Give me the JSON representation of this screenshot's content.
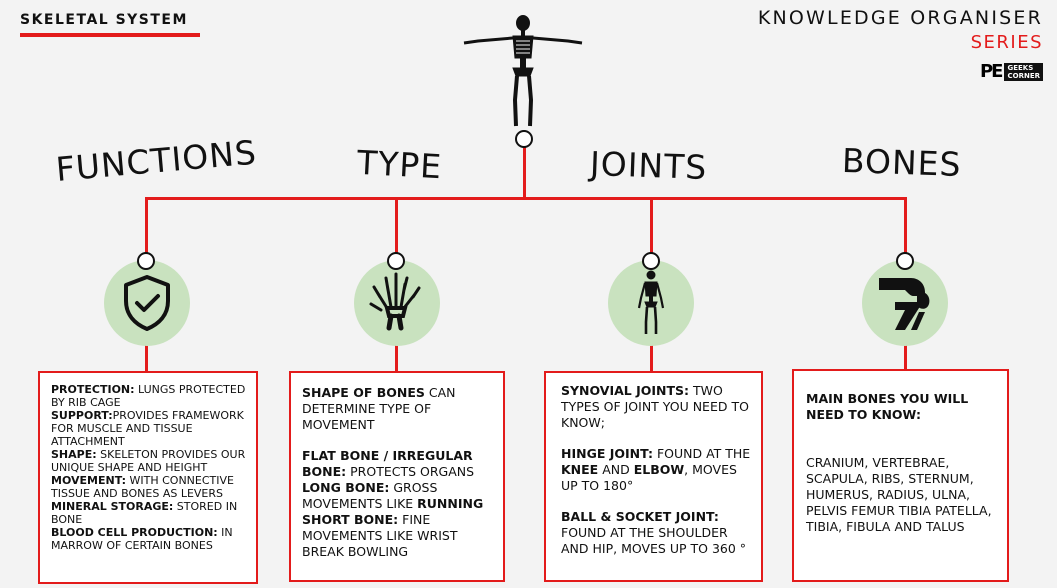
{
  "header": {
    "left_title": "SKELETAL SYSTEM",
    "right_title": "KNOWLEDGE ORGANISER",
    "series": "SERIES",
    "brand_mark": "PE",
    "brand_text_1": "GEEKS",
    "brand_text_2": "CORNER"
  },
  "colors": {
    "accent": "#e31b1b",
    "icon_circle": "#c9e2bf",
    "background": "#f3f3f3"
  },
  "headings": {
    "functions": "FUNCTIONS",
    "type": "TYPE",
    "joints": "JOINTS",
    "bones": "BONES"
  },
  "icons": {
    "top": "skeleton-icon",
    "functions": "shield-check-icon",
    "type": "hand-bones-icon",
    "joints": "skeleton-icon",
    "bones": "knee-joint-icon"
  },
  "functions": {
    "protection_label": "PROTECTION:",
    "protection_text": " LUNGS PROTECTED BY RIB CAGE",
    "support_label": "SUPPORT:",
    "support_text": "PROVIDES FRAMEWORK FOR MUSCLE AND TISSUE ATTACHMENT",
    "shape_label": "SHAPE:",
    "shape_text": " SKELETON PROVIDES OUR UNIQUE SHAPE AND HEIGHT",
    "movement_label": "MOVEMENT:",
    "movement_text": " WITH CONNECTIVE TISSUE AND BONES AS LEVERS",
    "mineral_label": "MINERAL STORAGE:",
    "mineral_text": " STORED IN BONE",
    "blood_label": "BLOOD CELL PRODUCTION:",
    "blood_text": " IN MARROW OF CERTAIN BONES"
  },
  "type": {
    "shape_label": "SHAPE OF BONES",
    "shape_text": " CAN DETERMINE TYPE OF MOVEMENT",
    "flat_label": "FLAT BONE / IRREGULAR BONE:",
    "flat_text": " PROTECTS ORGANS",
    "long_label": "LONG BONE:",
    "long_text": " GROSS MOVEMENTS LIKE ",
    "long_emph": "RUNNING",
    "short_label": "SHORT BONE:",
    "short_text": " FINE MOVEMENTS LIKE WRIST BREAK BOWLING"
  },
  "joints": {
    "synovial_label": "SYNOVIAL JOINTS:",
    "synovial_text": " TWO TYPES OF JOINT YOU NEED TO KNOW;",
    "hinge_label": "HINGE JOINT:",
    "hinge_text_1": " FOUND AT THE ",
    "hinge_knee": "KNEE",
    "hinge_and": " AND ",
    "hinge_elbow": "ELBOW",
    "hinge_text_2": ", MOVES UP TO 180°",
    "ball_label": "BALL & SOCKET JOINT:",
    "ball_text": " FOUND AT THE SHOULDER AND HIP, MOVES UP TO 360 °"
  },
  "bones": {
    "intro": "MAIN BONES YOU WILL NEED TO KNOW:",
    "list": "CRANIUM, VERTEBRAE, SCAPULA, RIBS,  STERNUM, HUMERUS, RADIUS, ULNA, PELVIS FEMUR TIBIA PATELLA, TIBIA, FIBULA AND TALUS"
  }
}
